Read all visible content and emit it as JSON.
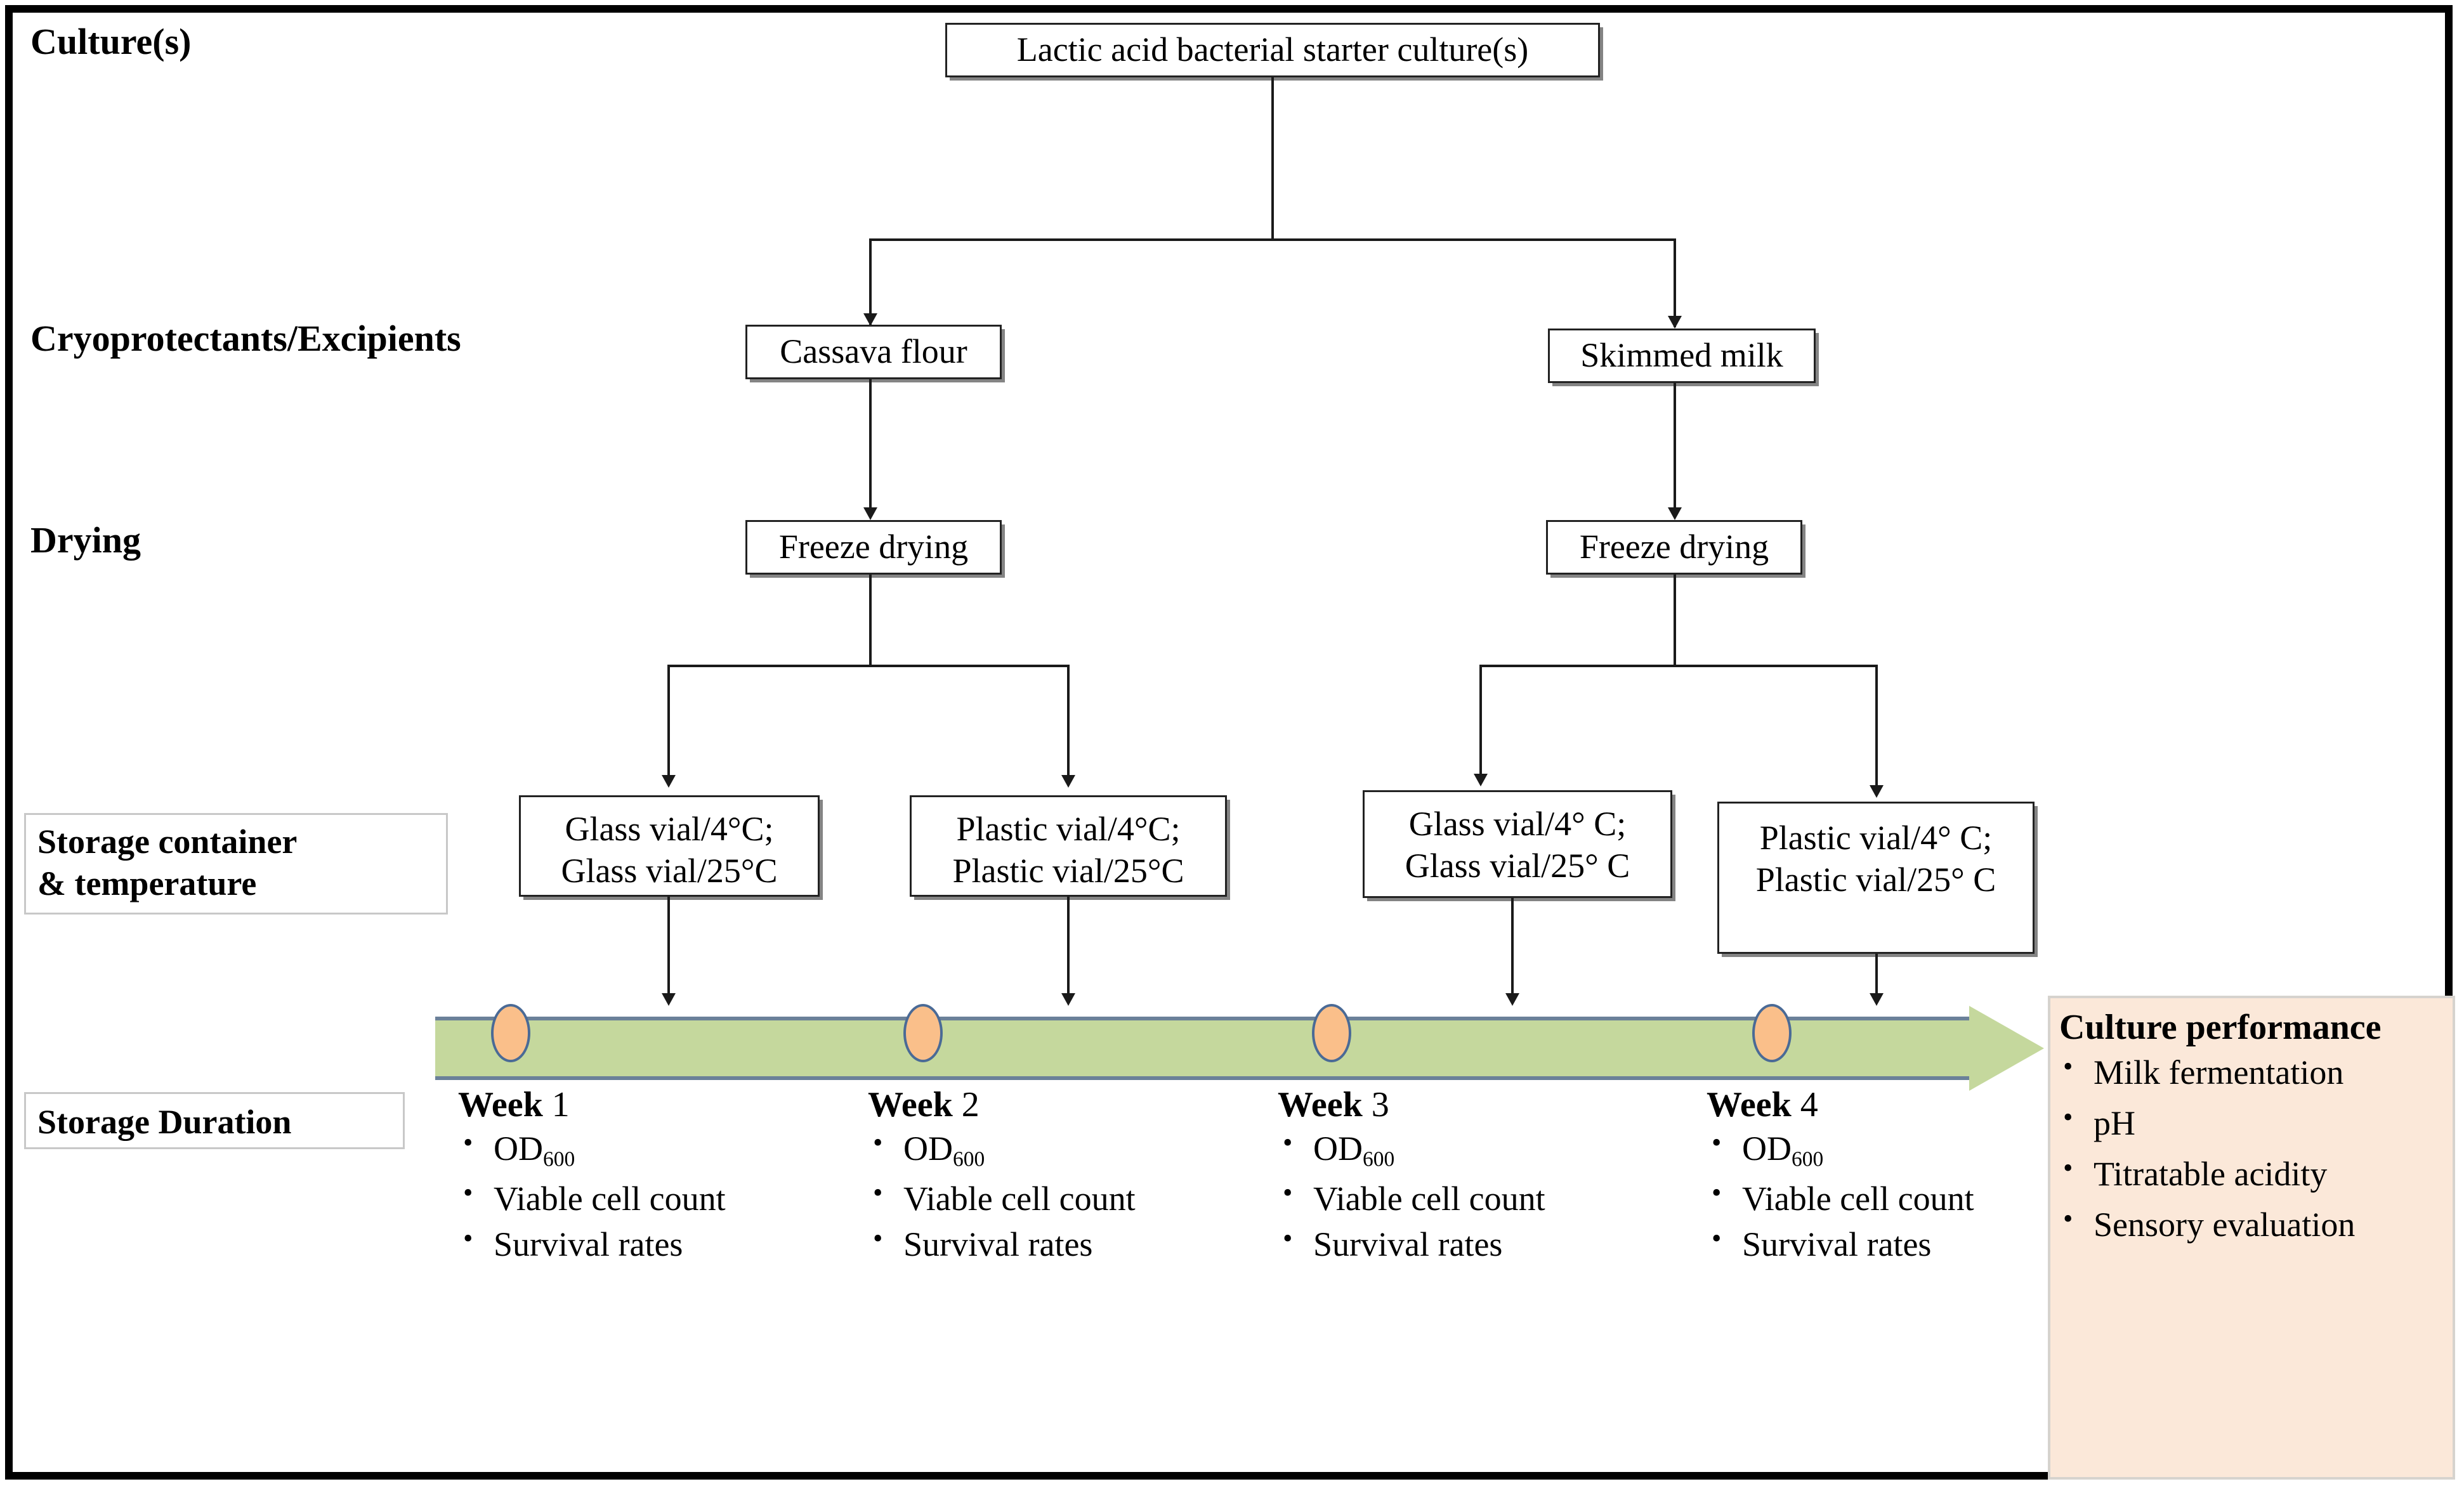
{
  "figure": {
    "title": "Experimental design flowchart for lactic acid bacterial starter culture drying and storage"
  },
  "row_labels": [
    {
      "id": "cultures",
      "text": "Culture(s)"
    },
    {
      "id": "cryoprotectants",
      "text": "Cryoprotectants/Excipients"
    },
    {
      "id": "drying",
      "text": "Drying"
    }
  ],
  "boxed_labels": [
    {
      "id": "storage-container",
      "line1": "Storage container",
      "line2": "& temperature"
    },
    {
      "id": "storage-duration",
      "line1": "Storage Duration"
    }
  ],
  "nodes": {
    "root": {
      "label": "Lactic acid bacterial starter culture(s)"
    },
    "excipients": [
      {
        "label": "Cassava flour"
      },
      {
        "label": "Skimmed milk"
      }
    ],
    "drying": [
      {
        "label": "Freeze drying"
      },
      {
        "label": "Freeze drying"
      }
    ],
    "storage": [
      {
        "line1": "Glass vial/4°C;",
        "line2": "Glass vial/25°C"
      },
      {
        "line1": "Plastic vial/4°C;",
        "line2": "Plastic vial/25°C"
      },
      {
        "line1": "Glass vial/4° C;",
        "line2": "Glass vial/25° C"
      },
      {
        "line1": "Plastic vial/4° C;",
        "line2": "Plastic vial/25° C"
      }
    ]
  },
  "timeline": {
    "weeks": [
      {
        "title_bold": "Week",
        "title_num": "1",
        "items": [
          "OD",
          "Viable cell count",
          "Survival rates"
        ],
        "subscript": "600"
      },
      {
        "title_bold": "Week",
        "title_num": "2",
        "items": [
          "OD",
          "Viable cell count",
          "Survival rates"
        ],
        "subscript": "600"
      },
      {
        "title_bold": "Week",
        "title_num": "3",
        "items": [
          "OD",
          "Viable cell count",
          "Survival rates"
        ],
        "subscript": "600"
      },
      {
        "title_bold": "Week",
        "title_num": "4",
        "items": [
          "OD",
          "Viable cell count",
          "Survival rates"
        ],
        "subscript": "600"
      }
    ]
  },
  "performance": {
    "title": "Culture performance",
    "items": [
      "Milk fermentation",
      "pH",
      "Titratable acidity",
      "Sensory evaluation"
    ]
  },
  "colors": {
    "timeline_fill": "#c5d89d",
    "timeline_border": "#6b8199",
    "marker_fill": "#fabf8a",
    "marker_border": "#4a6a96",
    "panel_fill": "#fbe8d9",
    "panel_border": "#d6d3ce",
    "line": "#1a1a1a",
    "node_border": "#222222",
    "frame": "#000000"
  }
}
